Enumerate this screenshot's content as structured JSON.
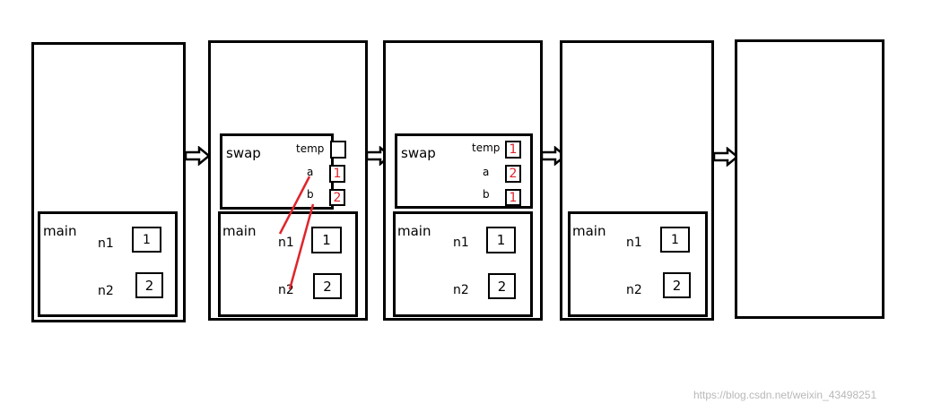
{
  "frames": {
    "swap": {
      "title": "swap",
      "temp_label": "temp",
      "a_label": "a",
      "b_label": "b"
    },
    "main": {
      "title": "main",
      "n1_label": "n1",
      "n2_label": "n2"
    }
  },
  "panels": [
    {
      "main_n1": "1",
      "main_n2": "2"
    },
    {
      "swap_temp": "",
      "swap_a": "1",
      "swap_b": "2",
      "main_n1": "1",
      "main_n2": "2"
    },
    {
      "swap_temp": "1",
      "swap_a": "2",
      "swap_b": "1",
      "main_n1": "1",
      "main_n2": "2"
    },
    {
      "main_n1": "1",
      "main_n2": "2"
    },
    {}
  ],
  "colors": {
    "accent_red": "#e0242b",
    "stroke": "#000000"
  },
  "watermark": "https://blog.csdn.net/weixin_43498251"
}
